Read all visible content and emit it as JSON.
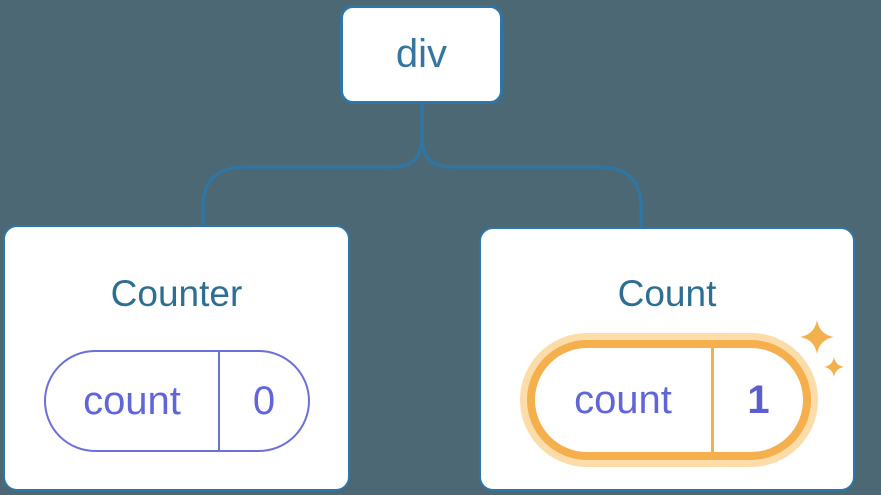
{
  "tree": {
    "root": {
      "label": "div"
    },
    "children": [
      {
        "title": "Counter",
        "state": {
          "key": "count",
          "value": "0"
        },
        "highlighted": false
      },
      {
        "title": "Count",
        "state": {
          "key": "count",
          "value": "1"
        },
        "highlighted": true
      }
    ]
  },
  "icons": {
    "highlight_sparkles": "sparkle-icon"
  },
  "colors": {
    "background": "#4C6874",
    "node_fill": "#FFFFFF",
    "node_border": "#2E76A6",
    "connector": "#2E76A6",
    "root_label_text": "#36759D",
    "card_title_text": "#2D6E93",
    "state_text_purple": "#6065DA",
    "state_border_purple": "#6B6FDC",
    "highlight_orange": "#F5AF4C",
    "highlight_halo": "#FCDDA9"
  }
}
